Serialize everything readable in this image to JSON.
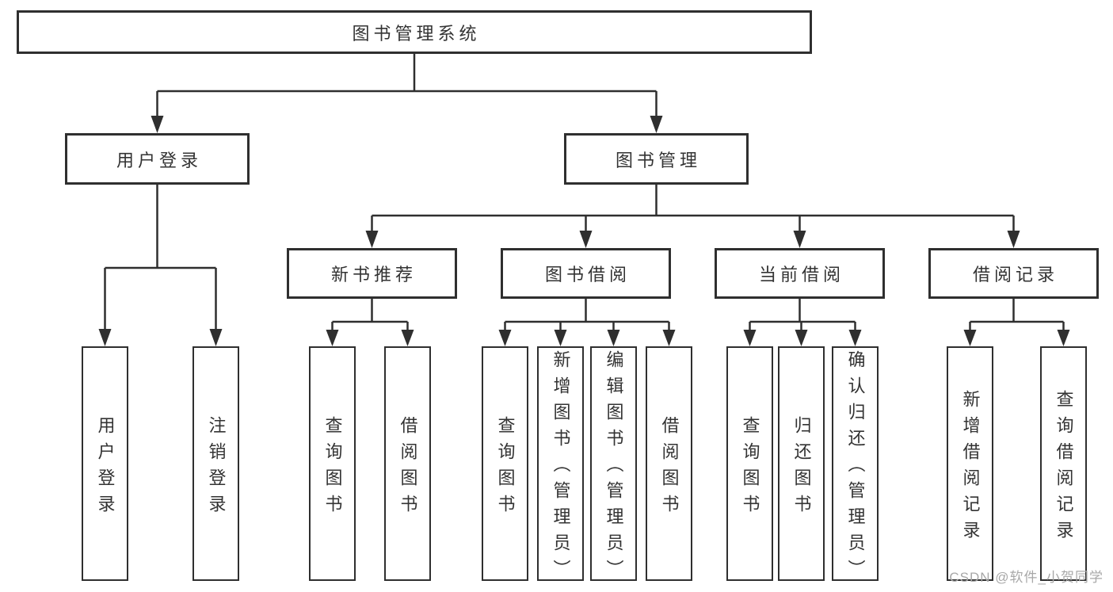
{
  "diagram": {
    "title": "图书管理系统",
    "watermark": "CSDN @软件_小贺同学",
    "colors": {
      "background": "#ffffff",
      "box_border": "#2f2f2f",
      "connector_line": "#2f2f2f",
      "text": "#333333",
      "watermark_text": "#a8a8a8"
    },
    "root": {
      "label": "图书管理系统"
    },
    "level2": [
      {
        "label": "用户登录",
        "children": [
          "用户登录",
          "注销登录"
        ]
      },
      {
        "label": "图书管理",
        "children": [
          "新书推荐",
          "图书借阅",
          "当前借阅",
          "借阅记录"
        ]
      }
    ],
    "level3": [
      {
        "label": "新书推荐",
        "children": [
          "查询图书",
          "借阅图书"
        ]
      },
      {
        "label": "图书借阅",
        "children": [
          "查询图书",
          "新增图书（管理员）",
          "编辑图书（管理员）",
          "借阅图书"
        ]
      },
      {
        "label": "当前借阅",
        "children": [
          "查询图书",
          "归还图书",
          "确认归还（管理员）"
        ]
      },
      {
        "label": "借阅记录",
        "children": [
          "新增借阅记录",
          "查询借阅记录"
        ]
      }
    ],
    "leaves": [
      {
        "label": "用户登录"
      },
      {
        "label": "注销登录"
      },
      {
        "label": "查询图书"
      },
      {
        "label": "借阅图书"
      },
      {
        "label": "查询图书"
      },
      {
        "label": "新增图书（管理员）"
      },
      {
        "label": "编辑图书（管理员）"
      },
      {
        "label": "借阅图书"
      },
      {
        "label": "查询图书"
      },
      {
        "label": "归还图书"
      },
      {
        "label": "确认归还（管理员）"
      },
      {
        "label": "新增借阅记录"
      },
      {
        "label": "查询借阅记录"
      }
    ]
  }
}
